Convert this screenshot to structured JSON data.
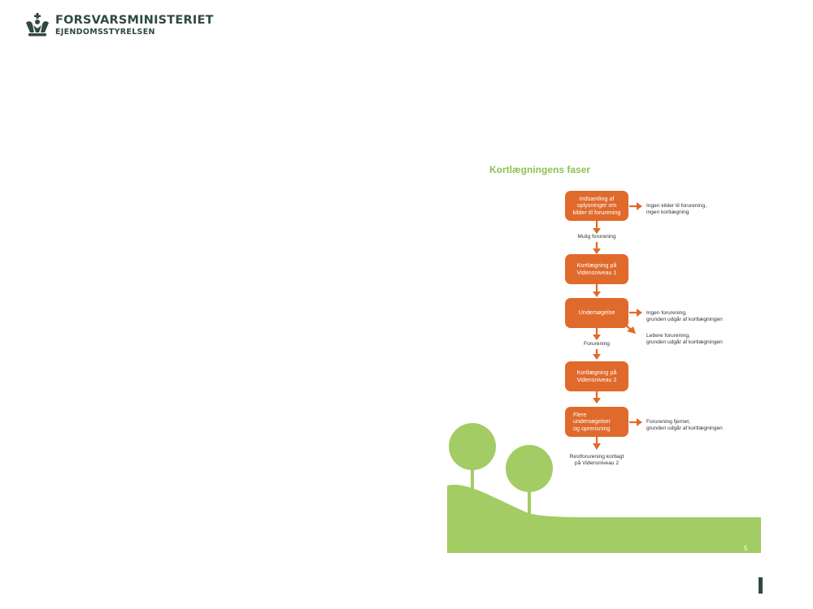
{
  "logo": {
    "line1": "FORSVARSMINISTERIET",
    "line2": "EJENDOMSSTYRELSEN",
    "icon": "crown-icon",
    "color": "#2f4a41"
  },
  "document": {
    "title": "Kortlægningens faser",
    "page_number": "5"
  },
  "flowchart": {
    "steps": [
      "Indsamling af\noplysninger om\nkilder til forurening",
      "Kortlægning på\nVidensniveau 1",
      "Undersøgelse",
      "Kortlægning på\nVidensniveau 2",
      "Flere\nundersøgelser\nog oprensning"
    ],
    "between_labels": [
      "Mulig forurening",
      "Forurening",
      "Restforurening kortlagt\npå Vidensniveau 2"
    ],
    "side_notes": [
      "Ingen kilder til forurening,\ningen kortlægning",
      "Ingen forurening,\ngrunden udgår af kortlægningen",
      "Lettere forurening,\ngrunden udgår af kortlægningen",
      "Forurening fjernet,\ngrunden udgår af kortlægningen"
    ]
  },
  "colors": {
    "step_fill": "#e06a2b",
    "arrow": "#e06a2b",
    "landscape_green": "#a3cc64",
    "title_green": "#8dc24f",
    "accent_dark": "#2f4a41"
  }
}
